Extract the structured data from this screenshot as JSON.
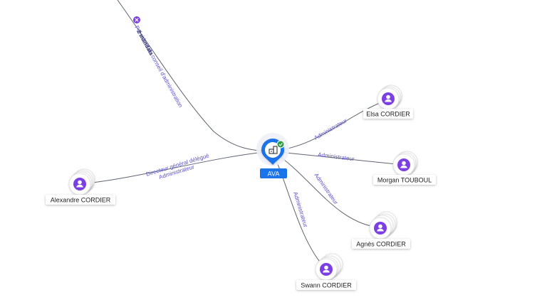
{
  "company": {
    "name": "AVA",
    "icon": "building-icon",
    "status_icon": "check-icon",
    "status_color": "#2e9e45",
    "accent_color": "#1a73e8"
  },
  "people": [
    {
      "id": "elsa",
      "name": "Elsa CORDIER",
      "role_lines": [
        "Administrateur"
      ]
    },
    {
      "id": "morgan",
      "name": "Morgan TOUBOUL",
      "role_lines": [
        "Administrateur"
      ]
    },
    {
      "id": "agnes",
      "name": "Agnès CORDIER",
      "role_lines": [
        "Administrateur"
      ]
    },
    {
      "id": "swann",
      "name": "Swann CORDIER",
      "role_lines": [
        "Administrateur"
      ]
    },
    {
      "id": "alexandre",
      "name": "Alexandre CORDIER",
      "role_lines": [
        "Directeur général délégué",
        "Administrateur"
      ]
    }
  ],
  "former": {
    "role_lines": [
      "Président du conseil d'administration",
      "2 mandats"
    ],
    "badge_icon": "close-icon",
    "badge_color": "#7b3fe4"
  },
  "colors": {
    "person_avatar": "#7b3fe4",
    "edge": "#5f6473",
    "edge_label": "#5b52c9"
  }
}
